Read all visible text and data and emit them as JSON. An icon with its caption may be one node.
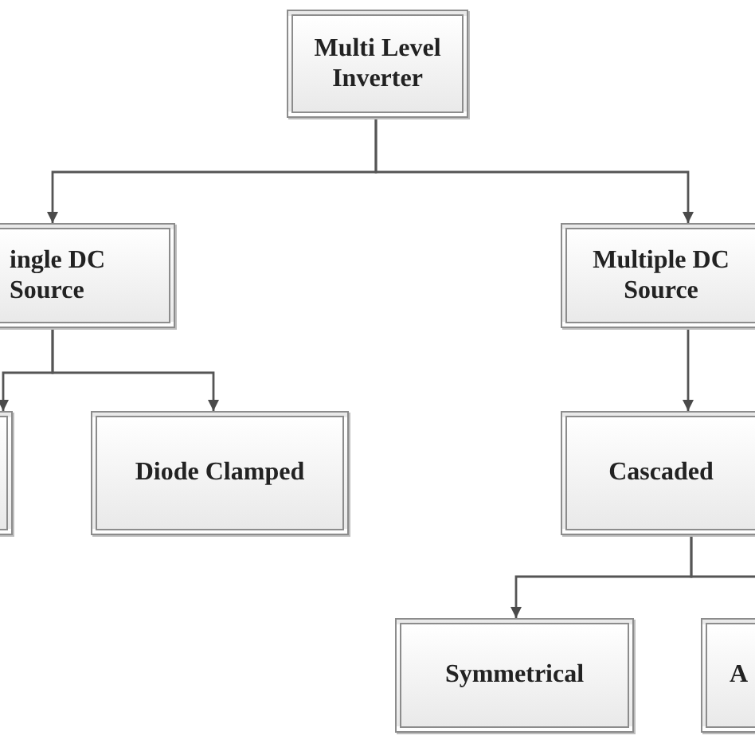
{
  "diagram": {
    "nodes": [
      {
        "text": [
          "Multi Level Inverter"
        ]
      },
      {
        "text": [
          "ingle DC Source"
        ]
      },
      {
        "text": [
          "Multiple DC Source"
        ]
      },
      {
        "text": [],
        "shape": "box"
      },
      {
        "text": [
          "Diode Clamped"
        ]
      },
      {
        "text": [
          "Cascaded"
        ]
      },
      {
        "text": [
          "Symmetrical"
        ]
      },
      {
        "text": [
          "A"
        ]
      }
    ],
    "edges": [
      {
        "from": 0,
        "to": 1,
        "arrow": "to"
      },
      {
        "from": 0,
        "to": 2,
        "arrow": "to"
      },
      {
        "from": 1,
        "to": 3,
        "arrow": "to"
      },
      {
        "from": 1,
        "to": 4,
        "arrow": "to"
      },
      {
        "from": 2,
        "to": 5,
        "arrow": "to"
      },
      {
        "from": 5,
        "to": 6,
        "arrow": "to"
      },
      {
        "from": 5,
        "to": 7,
        "arrow": "to"
      }
    ]
  }
}
